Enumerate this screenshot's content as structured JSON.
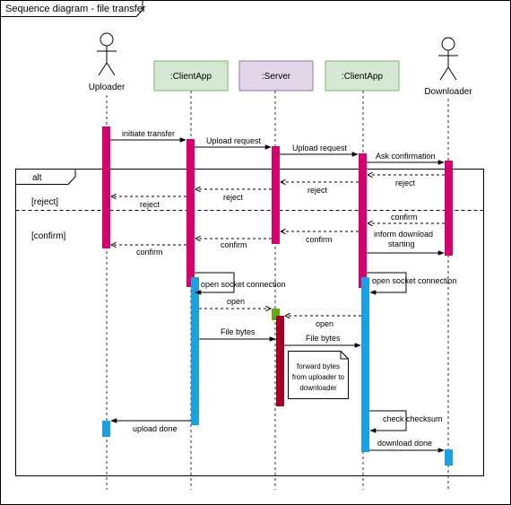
{
  "frame": {
    "title": "Sequence diagram - file transfer"
  },
  "participants": {
    "uploader": "Uploader",
    "client_app_left": ":ClientApp",
    "server": ":Server",
    "client_app_right": ":ClientApp",
    "downloader": "Downloader"
  },
  "fragments": {
    "alt": "alt",
    "guard_reject": "[reject]",
    "guard_confirm": "[confirm]"
  },
  "messages": {
    "initiate_transfer": "initiate transfer",
    "upload_request_1": "Upload request",
    "upload_request_2": "Upload request",
    "ask_confirmation": "Ask confirmation",
    "reject_1": "reject",
    "reject_2": "reject",
    "reject_3": "reject",
    "reject_4": "reject",
    "confirm_1": "confirm",
    "confirm_2": "confirm",
    "confirm_3": "confirm",
    "confirm_4": "confirm",
    "inform_download_1": "inform download",
    "inform_download_2": "starting",
    "open_socket_left": "open socket connection",
    "open_socket_right": "open socket connection",
    "open_1": "open",
    "open_2": "open",
    "file_bytes_1": "File bytes",
    "file_bytes_2": "File bytes",
    "check_checksum": "check checksum",
    "upload_done": "upload done",
    "download_done": "download done"
  },
  "note": {
    "line1": "forward bytes",
    "line2": "from uploader to",
    "line3": "downloader"
  },
  "colors": {
    "activation_magenta": "#d6006e",
    "activation_blue": "#1ba1e2",
    "activation_green": "#60a917",
    "activation_darkred": "#a20025",
    "client_fill": "#d5e8d4",
    "client_stroke": "#82b366",
    "server_fill": "#e1d5e7",
    "server_stroke": "#9673a6",
    "line": "#000000"
  }
}
